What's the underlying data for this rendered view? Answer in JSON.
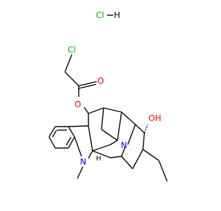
{
  "molecule": {
    "salt_label": "HCl—H",
    "salt": {
      "cl": "Cl",
      "h": "H"
    },
    "atoms": {
      "chloro": "Cl",
      "carbonyl_o": "O",
      "ester_o": "O",
      "n_bridge": "N",
      "hydroxyl": "OH",
      "n_indoline": "N",
      "n_methyl_h": "H"
    },
    "colors": {
      "bond": "#000000",
      "oxygen": "#ff0000",
      "nitrogen": "#0000ff",
      "chlorine": "#00b300",
      "carbon_h": "#000000"
    }
  }
}
